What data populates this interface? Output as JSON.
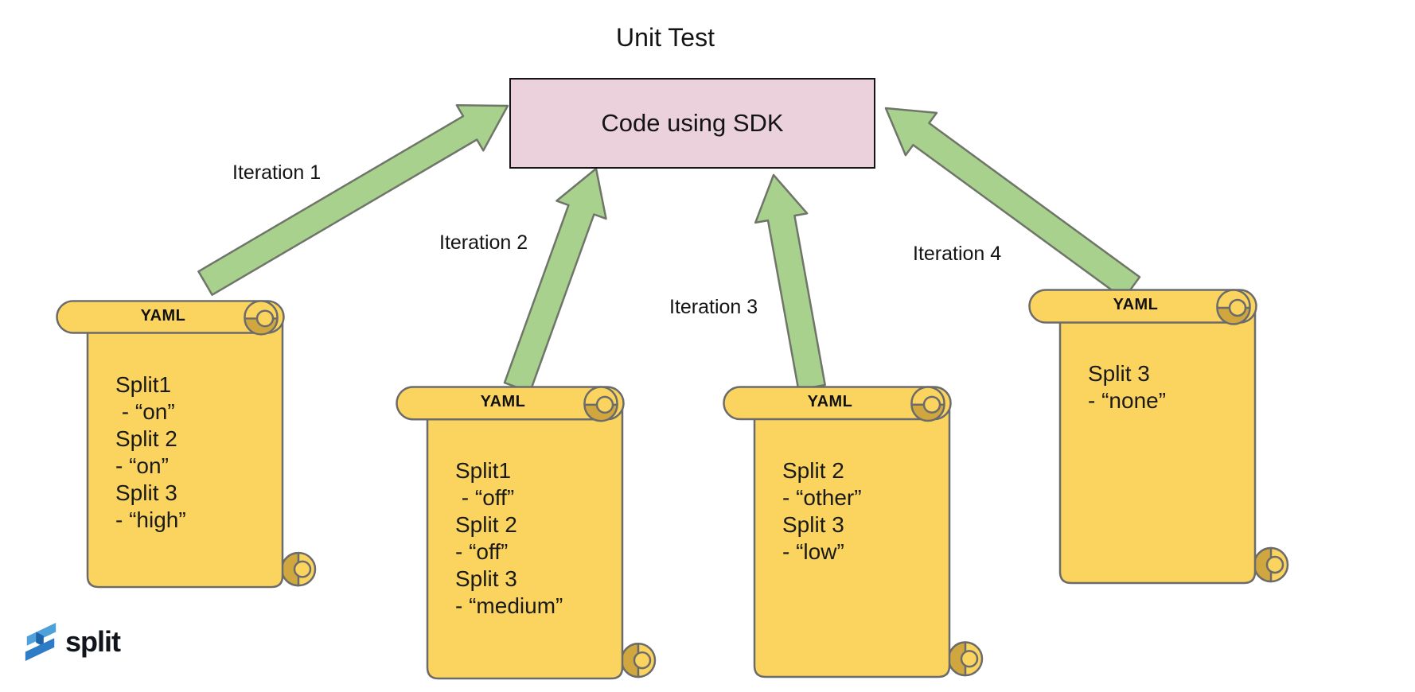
{
  "title": "Unit Test",
  "code_box": {
    "label": "Code using SDK"
  },
  "arrows": [
    {
      "label": "Iteration 1"
    },
    {
      "label": "Iteration 2"
    },
    {
      "label": "Iteration 3"
    },
    {
      "label": "Iteration 4"
    }
  ],
  "scrolls": [
    {
      "header": "YAML",
      "lines": [
        "Split1",
        " - “on”",
        "Split 2",
        "- “on”",
        "Split 3",
        "- “high”"
      ]
    },
    {
      "header": "YAML",
      "lines": [
        "Split1",
        " - “off”",
        "Split 2",
        "- “off”",
        "Split 3",
        "- “medium”"
      ]
    },
    {
      "header": "YAML",
      "lines": [
        "Split 2",
        "- “other”",
        "Split 3",
        "- “low”"
      ]
    },
    {
      "header": "YAML",
      "lines": [
        "Split 3",
        "- “none”"
      ]
    }
  ],
  "logo": {
    "text": "split"
  },
  "colors": {
    "box_fill": "#EAD1DC",
    "arrow_fill": "#A9D18E",
    "scroll_fill": "#FBD45F",
    "scroll_curl": "#D0A73F",
    "outline_gray": "#6b6b6b",
    "logo_blue_light": "#4FA1D9",
    "logo_blue_dark": "#1E64AB",
    "logo_blue_mid": "#2E7CC6"
  }
}
